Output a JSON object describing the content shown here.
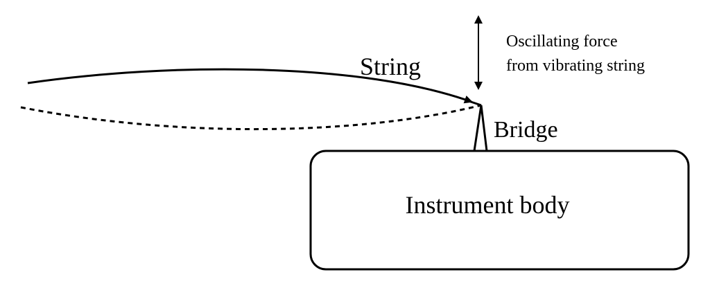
{
  "diagram": {
    "labels": {
      "string": "String",
      "bridge": "Bridge",
      "body": "Instrument body",
      "force_line1": "Oscillating force",
      "force_line2": "from vibrating string"
    },
    "colors": {
      "stroke": "#000000",
      "background": "#ffffff"
    }
  }
}
